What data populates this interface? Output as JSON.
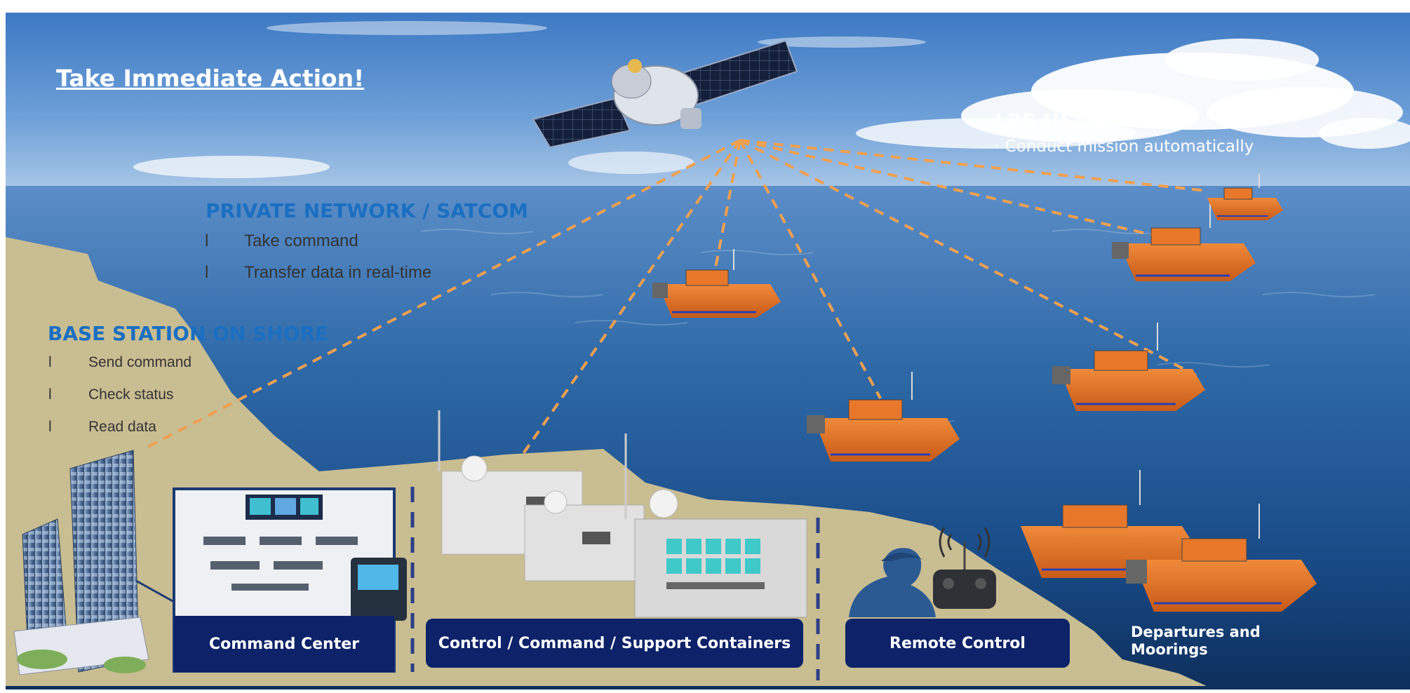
{
  "headline": "Take Immediate Action!",
  "usv_panel": {
    "title": "L25 USVs",
    "subtitle": "· Conduct mission automatically"
  },
  "network_panel": {
    "title": "PRIVATE NETWORK / SATCOM",
    "items": [
      {
        "marker": "l",
        "text": "Take command"
      },
      {
        "marker": "l",
        "text": "Transfer data in real-time"
      }
    ]
  },
  "base_panel": {
    "title": "BASE STATION ON SHORE",
    "items": [
      {
        "marker": "l",
        "text": "Send command"
      },
      {
        "marker": "l",
        "text": "Check status"
      },
      {
        "marker": "l",
        "text": "Read data"
      }
    ]
  },
  "labels": {
    "command_center": "Command Center",
    "containers": "Control /  Command /  Support Containers",
    "remote_control": "Remote Control",
    "departures_line1": "Departures and",
    "departures_line2": "Moorings"
  },
  "colors": {
    "accent_blue": "#1a6fc2",
    "navy": "#0d2268",
    "link_orange": "#f0a050",
    "shore": "#c9bd92",
    "boat_orange": "#e8772a"
  }
}
